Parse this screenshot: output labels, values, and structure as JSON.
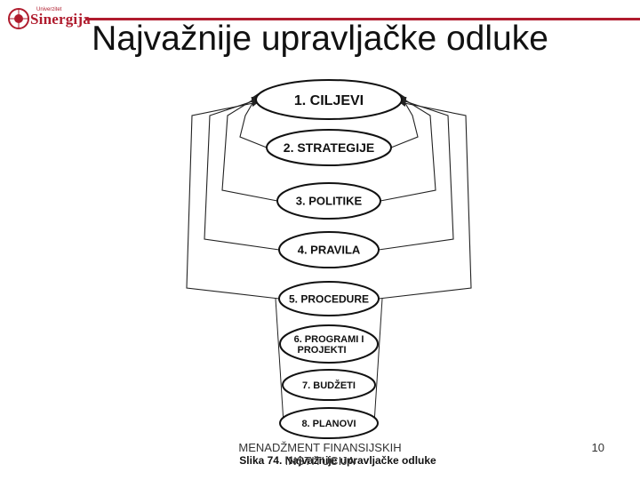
{
  "header": {
    "logo_top": "Univerzitet",
    "logo_name": "Sinergija",
    "title": "Najvažnije upravljačke odluke"
  },
  "diagram": {
    "levels": [
      "1. CILJEVI",
      "2. STRATEGIJE",
      "3. POLITIKE",
      "4. PRAVILA",
      "5. PROCEDURE",
      [
        "6. PROGRAMI I",
        "PROJEKTI"
      ],
      "7. BUDŽETI",
      "8. PLANOVI"
    ],
    "caption": "Slika 74. Najvažnije upravljačke odluke"
  },
  "footer": {
    "text_line1": "MENADŽMENT FINANSIJSKIH",
    "text_line2": "INSTITUCIJA",
    "page_number": "10"
  }
}
